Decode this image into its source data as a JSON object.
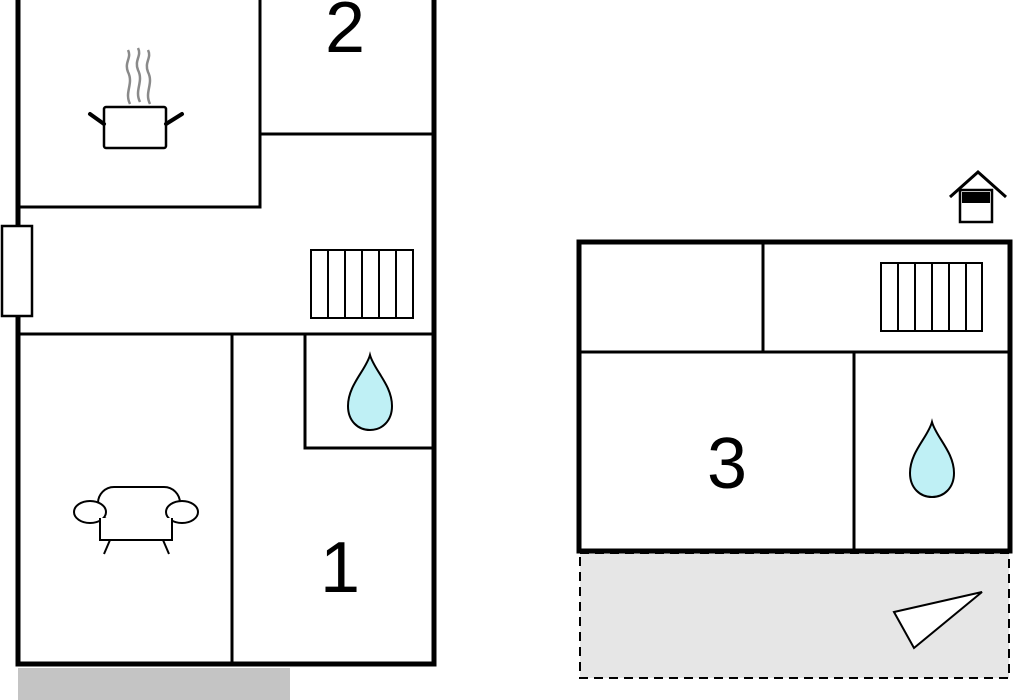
{
  "rooms": {
    "bedroom_1": "1",
    "bedroom_2": "2",
    "bedroom_3": "3"
  },
  "icons": {
    "kitchen": "cooking-pot-icon",
    "living": "sofa-icon",
    "bathroom": "water-drop-icon",
    "stairs": "stairs-icon",
    "terrace": "terrace-icon",
    "entrance": "house-entrance-icon"
  },
  "colors": {
    "walls": "#000000",
    "water": "#bff0f5",
    "terrace": "#e6e6e6",
    "balcony": "#c4c4c4",
    "steam": "#8a8a8a"
  }
}
